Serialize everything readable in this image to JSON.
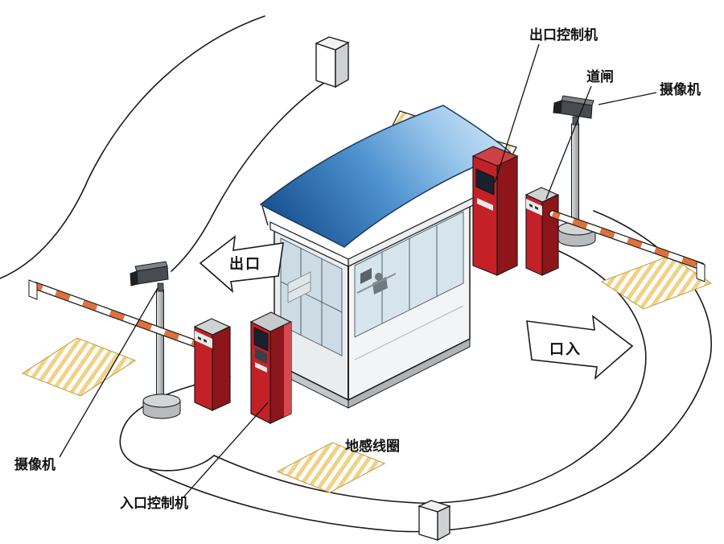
{
  "diagram": {
    "labels": {
      "exit_controller": "出口控制机",
      "barrier_gate": "道闸",
      "camera_exit": "摄像机",
      "camera_entrance": "摄像机",
      "entrance_controller": "入口控制机",
      "ground_coil": "地感线圈",
      "exit_lane": "出口",
      "entrance_lane": "口入"
    },
    "colors": {
      "machine_red": "#c32127",
      "machine_red_dark": "#8e1519",
      "roof_blue": "#4a8cc8",
      "coil_yellow": "#f0d287",
      "barrier_orange": "#e2703a",
      "pole_gray": "#b7bbbd",
      "outline_black": "#1a1a1a"
    }
  }
}
